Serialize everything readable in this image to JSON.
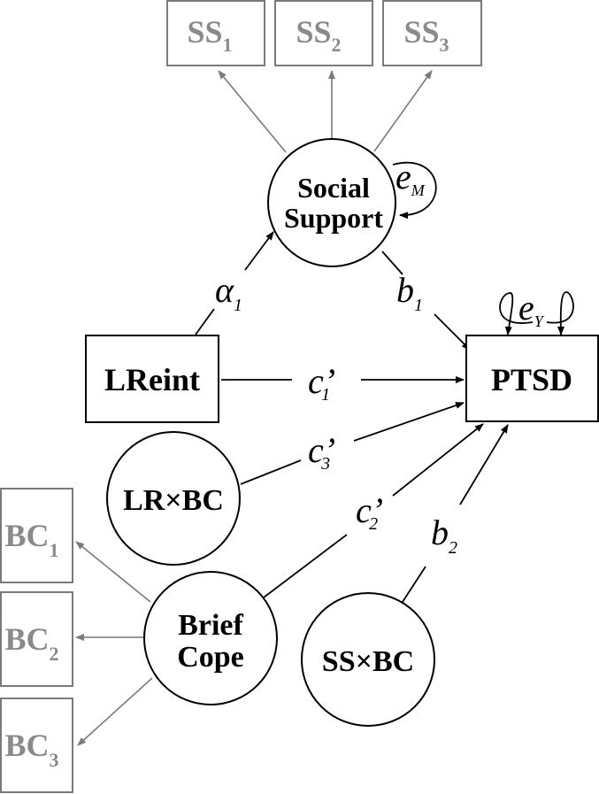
{
  "nodes": {
    "ss1": {
      "main": "SS",
      "sub": "1"
    },
    "ss2": {
      "main": "SS",
      "sub": "2"
    },
    "ss3": {
      "main": "SS",
      "sub": "3"
    },
    "social_support": {
      "line1": "Social",
      "line2": "Support"
    },
    "lreint": {
      "label": "LReint"
    },
    "ptsd": {
      "label": "PTSD"
    },
    "lrxbc": {
      "label": "LR×BC"
    },
    "brief_cope": {
      "line1": "Brief",
      "line2": "Cope"
    },
    "ssxbc": {
      "label": "SS×BC"
    },
    "bc1": {
      "main": "BC",
      "sub": "1"
    },
    "bc2": {
      "main": "BC",
      "sub": "2"
    },
    "bc3": {
      "main": "BC",
      "sub": "3"
    }
  },
  "paths": {
    "a1": {
      "main": "α",
      "sub": "1"
    },
    "b1": {
      "main": "b",
      "sub": "1"
    },
    "c1": {
      "main": "c’",
      "sub": "1"
    },
    "c3": {
      "main": "c’",
      "sub": "3"
    },
    "c2": {
      "main": "c’",
      "sub": "2"
    },
    "b2": {
      "main": "b",
      "sub": "2"
    }
  },
  "errors": {
    "eM": {
      "main": "e",
      "sub": "M"
    },
    "eY": {
      "main": "e",
      "sub": "Y"
    }
  },
  "colors": {
    "indicator": "#8a8a8a",
    "structural": "#000000"
  }
}
